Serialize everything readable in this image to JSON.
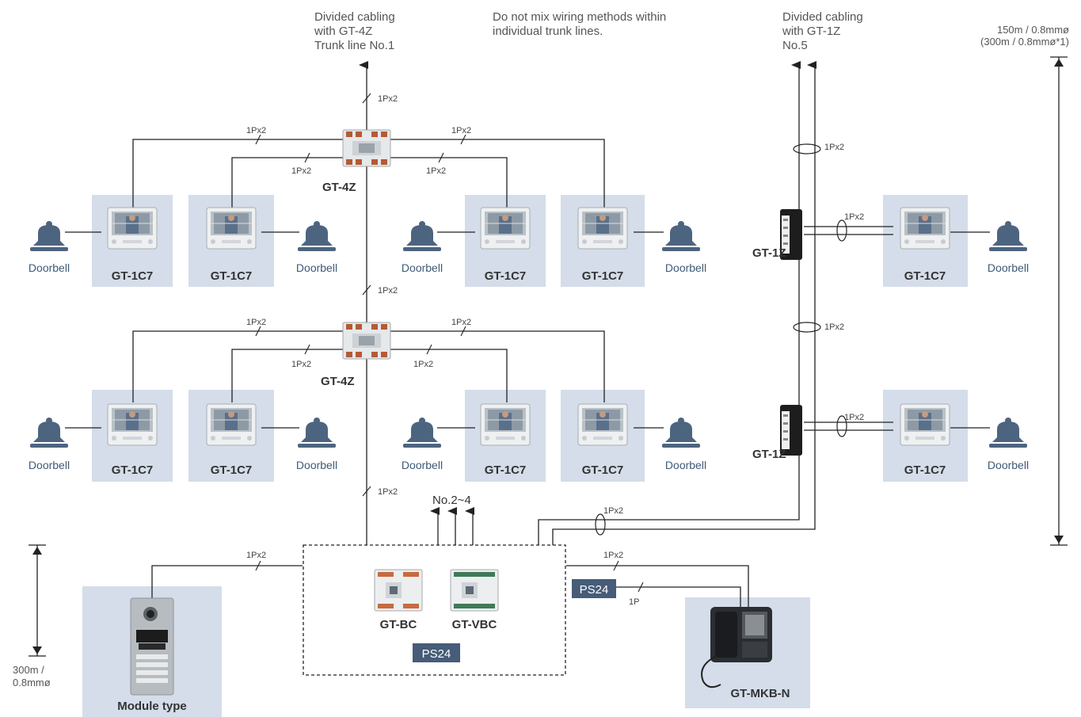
{
  "notes": {
    "trunk1": [
      "Divided cabling",
      "with GT-4Z",
      "Trunk line No.1"
    ],
    "mix": [
      "Do not mix wiring methods within",
      "individual trunk lines."
    ],
    "trunk5": [
      "Divided cabling",
      "with GT-1Z",
      "No.5"
    ],
    "dist_top": [
      "150m / 0.8mmø",
      "(300m / 0.8mmø*1)"
    ],
    "dist_bottom": [
      "300m /",
      "0.8mmø"
    ],
    "no24": "No.2~4"
  },
  "wire_labels": {
    "p2": "1Px2",
    "p1": "1P"
  },
  "devices": {
    "monitor": "GT-1C7",
    "doorbell": "Doorbell",
    "gt4z": "GT-4Z",
    "gt1z": "GT-1Z",
    "gtbc": "GT-BC",
    "gtvbc": "GT-VBC",
    "ps24": "PS24",
    "module": "Module type",
    "gtmkb": "GT-MKB-N"
  },
  "colors": {
    "panel": "#d4dde9",
    "bell": "#4d6480",
    "ps_badge": "#465c78",
    "wire": "#222222"
  }
}
